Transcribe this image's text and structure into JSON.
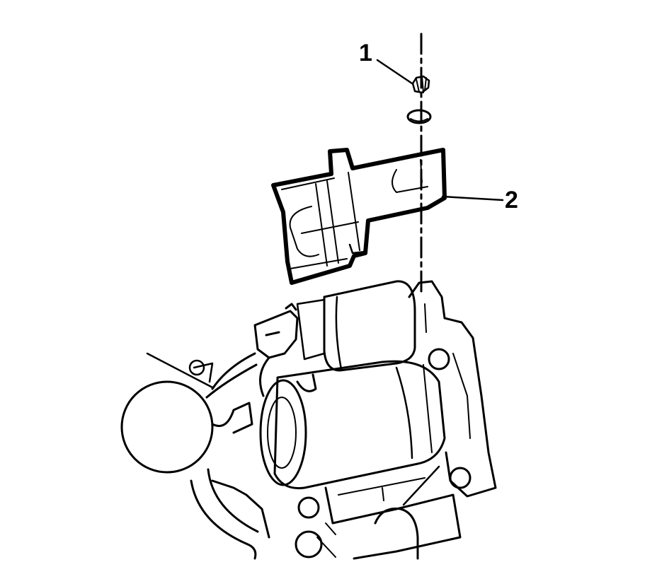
{
  "callouts": [
    {
      "label": "1",
      "part": "nut"
    },
    {
      "label": "2",
      "part": "cover"
    }
  ],
  "colors": {
    "ink": "#000000",
    "paper": "#ffffff"
  },
  "icons": [
    "nut-icon",
    "washer-icon",
    "cover-icon",
    "starter-motor-icon"
  ]
}
